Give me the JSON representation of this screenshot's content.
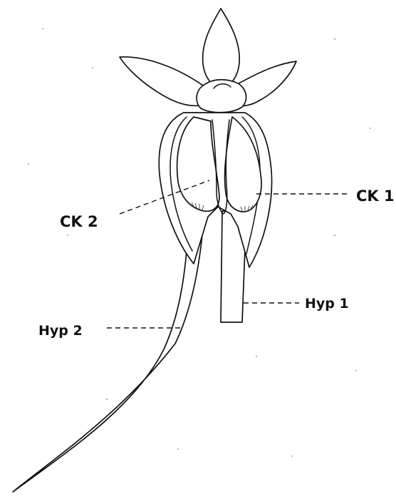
{
  "labels": {
    "ck1": "CK 1",
    "ck2": "CK 2",
    "hyp1": "Hyp 1",
    "hyp2": "Hyp 2"
  }
}
